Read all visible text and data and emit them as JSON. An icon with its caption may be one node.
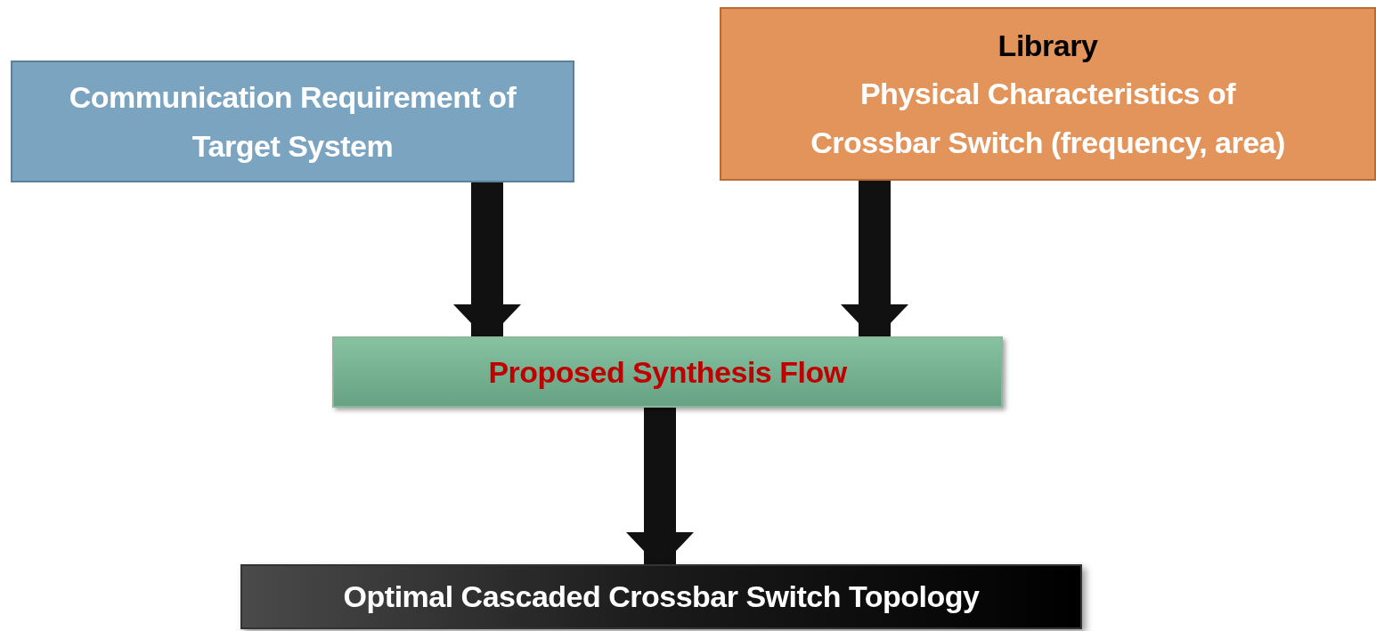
{
  "diagram": {
    "nodes": [
      {
        "text": [
          "Communication Requirement of Target System"
        ]
      },
      {
        "text": [
          "Library",
          "Physical Characteristics of Crossbar Switch (frequency, area)"
        ]
      },
      {
        "text": [
          "Proposed Synthesis Flow"
        ]
      },
      {
        "text": [
          "Optimal Cascaded Crossbar Switch Topology"
        ]
      }
    ],
    "edges": [
      {
        "from": 0,
        "to": 2,
        "arrow": "to"
      },
      {
        "from": 1,
        "to": 2,
        "arrow": "to"
      },
      {
        "from": 2,
        "to": 3,
        "arrow": "to"
      }
    ]
  }
}
